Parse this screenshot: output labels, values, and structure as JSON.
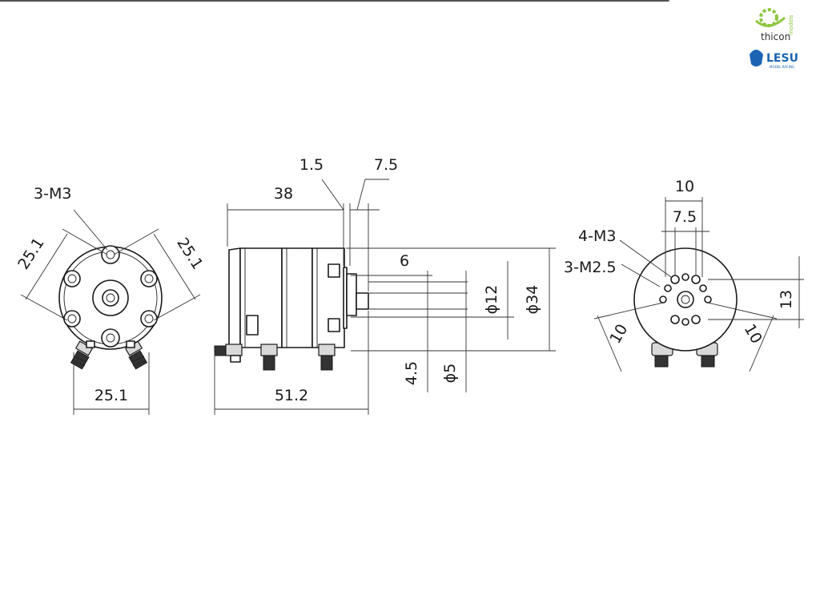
{
  "brand": {
    "thicon_name": "thicon",
    "thicon_sub": "models",
    "lesu_name": "LESU",
    "lesu_sub": "MODEL RACING",
    "green": "#8cc63f",
    "blue": "#1c64b3"
  },
  "dimensions": {
    "front_thread": "3-M3",
    "front_left_diag": "25.1",
    "front_right_diag": "25.1",
    "front_width": "25.1",
    "side_body_length": "38",
    "side_gap": "1.5",
    "side_shaft_length": "7.5",
    "side_flat": "6",
    "side_hub_dia": "ϕ12",
    "side_body_dia": "ϕ34",
    "side_offset": "4.5",
    "side_shaft_dia": "ϕ5",
    "side_total_length": "51.2",
    "rear_top_spacing": "10",
    "rear_inner_spacing": "7.5",
    "rear_thread_large": "4-M3",
    "rear_thread_small": "3-M2.5",
    "rear_vertical": "13",
    "rear_left_diag": "10",
    "rear_right_diag": "10"
  }
}
